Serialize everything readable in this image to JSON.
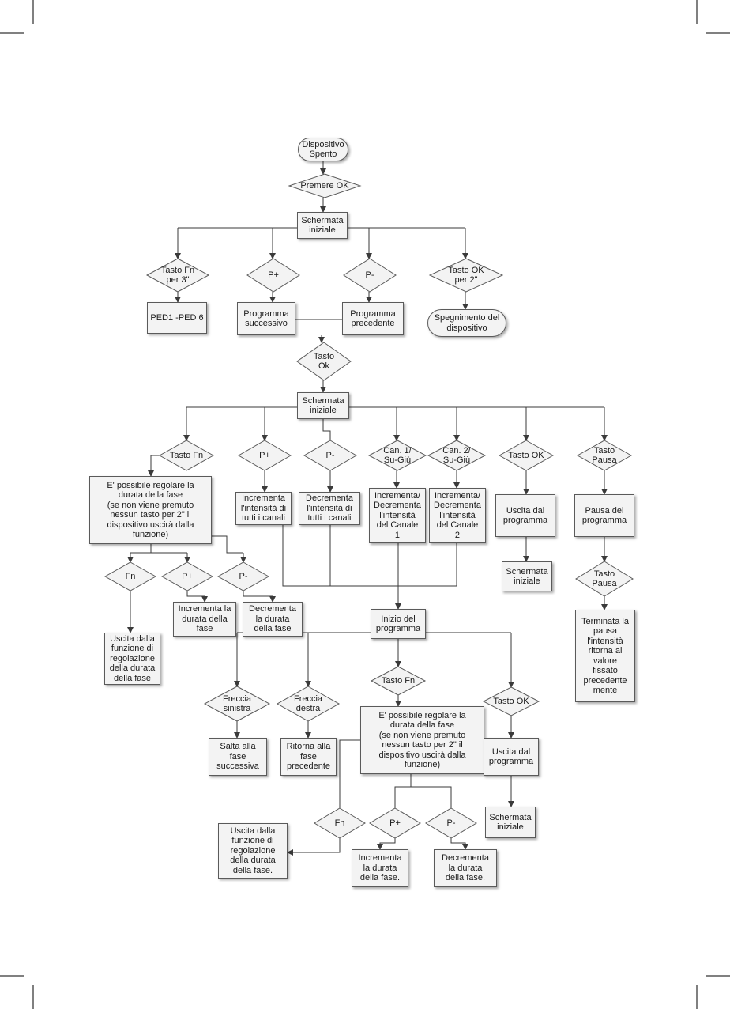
{
  "diagram": {
    "nodes": {
      "dispositivo_spento": "Dispositivo\nSpento",
      "premere_ok": "Premere OK",
      "schermata_iniziale_1": "Schermata\niniziale",
      "tasto_fn_3s": "Tasto Fn\nper 3\"",
      "p_plus_1": "P+",
      "p_minus_1": "P-",
      "tasto_ok_2s": "Tasto  OK\nper 2\"",
      "ped": "PED1 -PED 6",
      "programma_successivo": "Programma\nsuccessivo",
      "programma_precedente": "Programma\nprecedente",
      "spegnimento": "Spegnimento del\ndispositivo",
      "tasto_ok_1": "Tasto\nOk",
      "schermata_iniziale_2": "Schermata\niniziale",
      "tasto_fn_2": "Tasto Fn",
      "p_plus_2": "P+",
      "p_minus_2": "P-",
      "can1": "Can. 1/\nSu-Giù",
      "can2": "Can. 2/\nSu-Giù",
      "tasto_ok_2": "Tasto  OK",
      "tasto_pausa_1": "Tasto\nPausa",
      "regola_durata_1": "E' possibile regolare la\ndurata della fase\n(se non viene premuto\nnessun tasto per 2\" il\ndispositivo uscirà dalla\nfunzione)",
      "incrementa_tutti": "Incrementa\nl'intensità di\ntutti i canali",
      "decrementa_tutti": "Decrementa\nl'intensità di\ntutti i canali",
      "inc_dec_canale1": "Incrementa/\nDecrementa\nl'intensità\ndel Canale\n1",
      "inc_dec_canale2": "Incrementa/\nDecrementa\nl'intensità\ndel Canale\n2",
      "uscita_programma_1": "Uscita dal\nprogramma",
      "pausa_programma": "Pausa del\nprogramma",
      "fn_1": "Fn",
      "p_plus_3": "P+",
      "p_minus_3": "P-",
      "schermata_iniziale_3": "Schermata\niniziale",
      "tasto_pausa_2": "Tasto\nPausa",
      "incrementa_durata_1": "Incrementa la\ndurata della\nfase",
      "decrementa_durata_1": "Decrementa\nla durata\ndella fase",
      "inizio_programma": "Inizio del\nprogramma",
      "terminata_pausa": "Terminata la\npausa\nl'intensità\nritorna al\nvalore\nfissato\nprecedente\nmente",
      "uscita_funzione_1": "Uscita dalla\nfunzione di\nregolazione\ndella durata\ndella fase",
      "freccia_sinistra": "Freccia\nsinistra",
      "freccia_destra": "Freccia\ndestra",
      "tasto_fn_3": "Tasto Fn",
      "tasto_ok_3": "Tasto OK",
      "regola_durata_2": "E' possibile regolare la\ndurata della fase\n(se non viene premuto\nnessun tasto per 2\" il\ndispositivo uscirà  dalla\nfunzione)",
      "salta_fase": "Salta alla\nfase\nsuccessiva",
      "ritorna_fase": "Ritorna alla\nfase\nprecedente",
      "uscita_programma_2": "Uscita dal\nprogramma",
      "fn_2": "Fn",
      "p_plus_4": "P+",
      "p_minus_4": "P-",
      "schermata_iniziale_4": "Schermata\niniziale",
      "uscita_funzione_2": "Uscita dalla\nfunzione di\nregolazione\ndella durata\ndella fase.",
      "incrementa_durata_2": "Incrementa\nla durata\ndella fase.",
      "decrementa_durata_2": "Decrementa\nla durata\ndella fase."
    },
    "colors": {
      "line": "#3a3a3a",
      "box_fill": "#f3f3f3",
      "box_border": "#5a5a5a",
      "crop_marks": "#000000"
    }
  }
}
